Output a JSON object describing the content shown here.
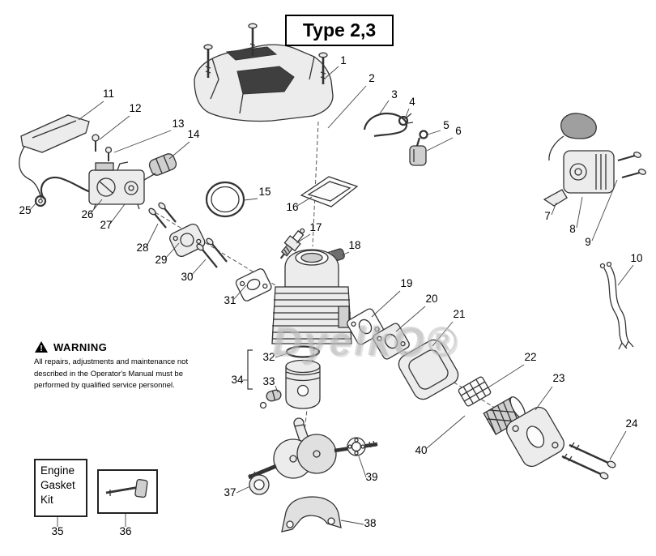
{
  "title": "Type 2,3",
  "watermark": "DyelkO®",
  "warning": {
    "icon_glyph": "!",
    "heading": "WARNING",
    "line1": "All repairs, adjustments and maintenance not",
    "line2": "described in the Operator's Manual must be",
    "line3": "performed by qualified  service personnel."
  },
  "engine_gasket_kit": {
    "line1": "Engine",
    "line2": "Gasket",
    "line3": "Kit"
  },
  "callouts": {
    "c1": "1",
    "c2": "2",
    "c3": "3",
    "c4": "4",
    "c5": "5",
    "c6": "6",
    "c7": "7",
    "c8": "8",
    "c9": "9",
    "c10": "10",
    "c11": "11",
    "c12": "12",
    "c13": "13",
    "c14": "14",
    "c15": "15",
    "c16": "16",
    "c17": "17",
    "c18": "18",
    "c19": "19",
    "c20": "20",
    "c21": "21",
    "c22": "22",
    "c23": "23",
    "c24": "24",
    "c25": "25",
    "c26": "26",
    "c27": "27",
    "c28": "28",
    "c29": "29",
    "c30": "30",
    "c31": "31",
    "c32": "32",
    "c33": "33",
    "c34": "34",
    "c35": "35",
    "c36": "36",
    "c37": "37",
    "c38": "38",
    "c39": "39",
    "c40": "40"
  },
  "colors": {
    "line": "#333333",
    "dark_fill": "#3f3f3f",
    "watermark_gray": "#bebebe"
  }
}
